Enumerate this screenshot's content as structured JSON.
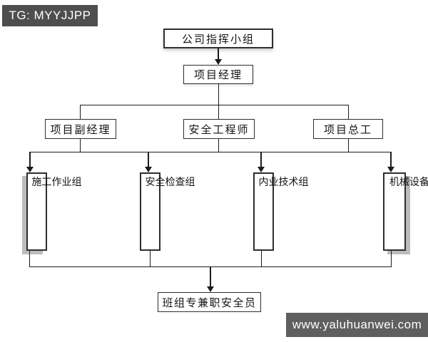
{
  "watermarks": {
    "telegram": "TG: MYYJJPP",
    "website": "www.yaluhuanwei.com"
  },
  "colors": {
    "background": "#ffffff",
    "line": "#1c1c1c",
    "border": "#2e2e2e",
    "shadow": "#bcbcbc",
    "watermark_bg": "#4e4e4e",
    "watermark_bg_2": "#5f5f5f"
  },
  "org_chart": {
    "type": "flowchart",
    "nodes": {
      "company_command_group": "公司指挥小组",
      "project_manager": "项目经理",
      "deputy_project_manager": "项目副经理",
      "safety_engineer": "安全工程师",
      "project_chief_engineer": "项目总工",
      "construction_work_team": "施工作业组",
      "safety_inspection_team": "安全检查组",
      "internal_tech_team": "内业技术组",
      "machinery_equipment_team": "机械设备组",
      "team_safety_officers": "班组专兼职安全员"
    },
    "edges": [
      {
        "from": "company_command_group",
        "to": "project_manager",
        "arrow": true
      },
      {
        "from": "project_manager",
        "to": "deputy_project_manager",
        "arrow": false
      },
      {
        "from": "project_manager",
        "to": "safety_engineer",
        "arrow": false
      },
      {
        "from": "project_manager",
        "to": "project_chief_engineer",
        "arrow": false
      },
      {
        "from": "deputy_project_manager|safety_engineer|project_chief_engineer",
        "to": "construction_work_team",
        "arrow": true
      },
      {
        "from": "deputy_project_manager|safety_engineer|project_chief_engineer",
        "to": "safety_inspection_team",
        "arrow": true
      },
      {
        "from": "deputy_project_manager|safety_engineer|project_chief_engineer",
        "to": "internal_tech_team",
        "arrow": true
      },
      {
        "from": "deputy_project_manager|safety_engineer|project_chief_engineer",
        "to": "machinery_equipment_team",
        "arrow": true
      },
      {
        "from": "construction_work_team|safety_inspection_team|internal_tech_team|machinery_equipment_team",
        "to": "team_safety_officers",
        "arrow": true
      }
    ]
  }
}
